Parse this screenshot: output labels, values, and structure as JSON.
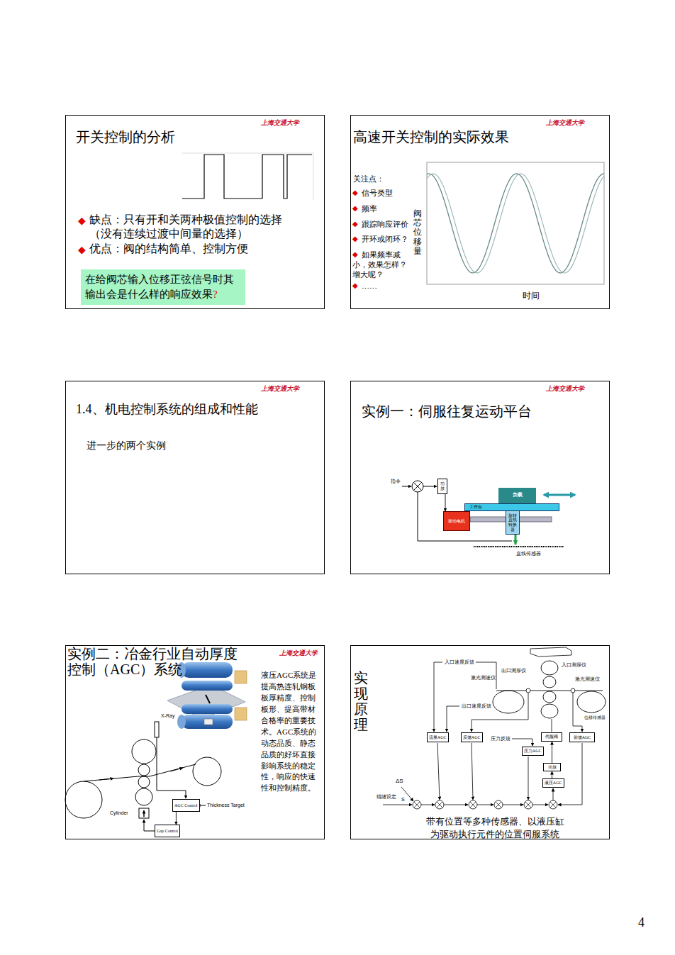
{
  "diagram": {
    "nodes": [
      {
        "text": [
          "开关控制的分析"
        ]
      },
      {
        "text": [
          "在给阀芯输入位移正弦信号时其输出会是什么样的响应效果",
          "?"
        ],
        "in": 0
      },
      {
        "text": [
          "高速开关控制的实际效果"
        ]
      },
      {
        "text": [
          "1.4、机电控制系统的组成和性能",
          "进一步的两个实例"
        ]
      },
      {
        "text": [
          "实例一：伺服往复运动平台"
        ]
      },
      {
        "text": [
          "功放"
        ],
        "in": 4
      },
      {
        "text": [
          "驱动电机"
        ],
        "in": 4
      },
      {
        "text": [
          "工作台"
        ],
        "in": 4
      },
      {
        "text": [
          "负载"
        ],
        "in": 4
      },
      {
        "text": [
          "旋转直线转换器"
        ],
        "in": 4
      },
      {
        "text": [
          "实例二：冶金行业自动厚度控制（AGC）系统",
          "液压AGC系统是提高热连轧钢板板厚精度、控制板形、提高带材合格率的重要技术。AGC系统的动态品质、静态品质的好坏直接影响系统的稳定性，响应的快速性和控制精度。"
        ]
      },
      {
        "text": [
          "AGC Control"
        ],
        "in": 10
      },
      {
        "text": [
          "Gap Control"
        ],
        "in": 10
      },
      {
        "text": [
          "实现原理",
          "带有位置等多种传感器、以液压缸为驱动执行元件的位置伺服系统"
        ]
      },
      {
        "text": [
          "流量AGC"
        ],
        "in": 13
      },
      {
        "text": [
          "反馈AGC"
        ],
        "in": 13
      },
      {
        "text": [
          "伺服阀"
        ],
        "in": 13
      },
      {
        "text": [
          "压力AGC"
        ],
        "in": 13
      },
      {
        "text": [
          "功放"
        ],
        "in": 13
      },
      {
        "text": [
          "液压AGC"
        ],
        "in": 13
      },
      {
        "text": [
          "前馈AGC"
        ],
        "in": 13
      }
    ],
    "edges": [
      {
        "from": 5,
        "to": 6,
        "arrow": "to"
      },
      {
        "from": 11,
        "to": 12,
        "arrow": "to"
      },
      {
        "from": 19,
        "to": 18,
        "arrow": "to"
      },
      {
        "from": 18,
        "to": 16,
        "arrow": "to"
      }
    ],
    "labels": [
      "上海交通大学",
      "◆",
      "缺点：只有开和关两种极值控制的选择（没有连续过渡中间量的选择）",
      "◆",
      "优点：阀的结构简单、控制方便",
      "上海交通大学",
      "关注点：",
      "◆",
      "信号类型",
      "◆",
      "频率",
      "◆",
      "跟踪响应评价",
      "◆",
      "开环或闭环？",
      "◆",
      "如果频率减小，效果怎样？增大呢？",
      "◆",
      "……",
      "阀芯位移量",
      "时间",
      "上海交通大学",
      "上海交通大学",
      "指令",
      "直线传感器",
      "上海交通大学",
      "X-Ray",
      "Cylinder",
      "Thickness Target",
      "入口速度反馈",
      "出口测厚仪",
      "激光测速仪",
      "入口测厚仪",
      "激光测速仪",
      "出口速度反馈",
      "压力反馈",
      "位移传感器",
      "ΔS",
      "辊缝设定",
      "S",
      "4"
    ]
  }
}
